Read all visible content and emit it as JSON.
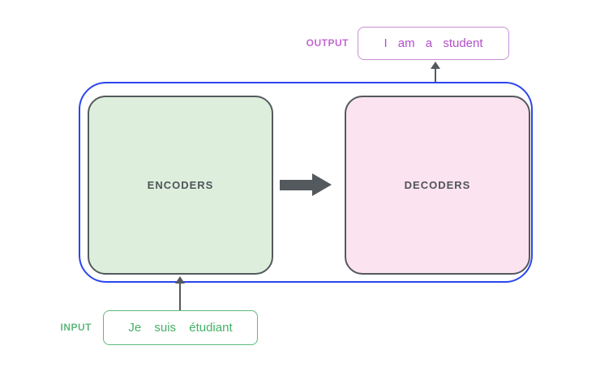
{
  "diagram_title": "encoder-decoder-transformer-overview",
  "blocks": {
    "encoders": "ENCODERS",
    "decoders": "DECODERS"
  },
  "output": {
    "label": "OUTPUT",
    "text": "I am a student"
  },
  "input": {
    "label": "INPUT",
    "text": "Je suis étudiant"
  },
  "icons": {
    "encoders_to_decoders_arrow": "thick-right-arrow",
    "decoders_to_output_arrow": "thin-up-arrow",
    "input_to_encoders_arrow": "thin-up-arrow"
  },
  "colors": {
    "container-blue": "#2b45ef",
    "box-border": "#54595e",
    "arrow": "#54595e",
    "label-text": "#4f5459",
    "encoders-fill": "#ddefdc",
    "decoders-fill": "#fce3f0",
    "input-accent": "#5eb97d",
    "input-text": "#45b168",
    "output-accent": "#c98fd6",
    "output-accent-strong": "#c06ad0",
    "output-text": "#b44ecb"
  }
}
